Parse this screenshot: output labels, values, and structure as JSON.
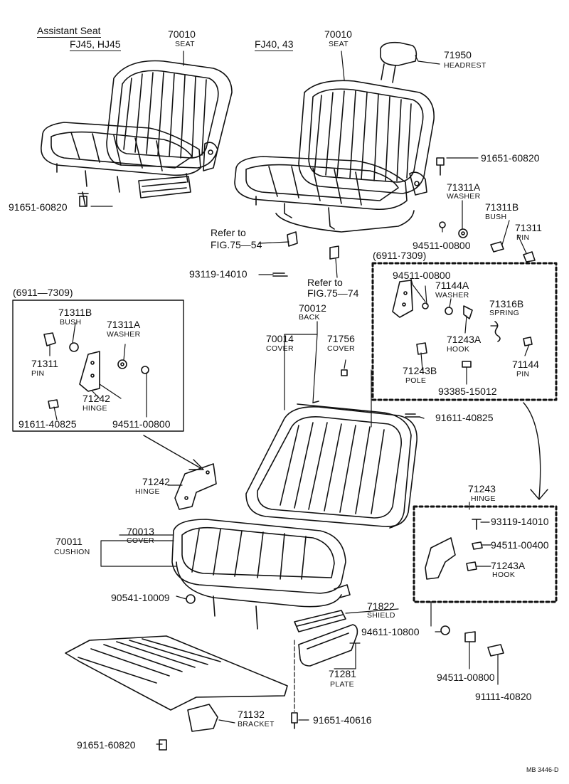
{
  "header": {
    "assistant_seat": "Assistant Seat",
    "models_left": "FJ45, HJ45",
    "models_right": "FJ40, 43"
  },
  "ranges": {
    "left_box": "(6911—7309)",
    "right_box": "(6911·7309)"
  },
  "refs": {
    "ref1_a": "Refer to",
    "ref1_b": "FIG.75—54",
    "ref2_a": "Refer to",
    "ref2_b": "FIG.75—74"
  },
  "parts": {
    "seat_l_no": "70010",
    "seat_l_nm": "SEAT",
    "seat_r_no": "70010",
    "seat_r_nm": "SEAT",
    "headrest_no": "71950",
    "headrest_nm": "HEADREST",
    "bolt_right": "91651-60820",
    "bolt_left": "91651-60820",
    "washer_r_no": "71311A",
    "washer_r_nm": "WASHER",
    "bush_r_no": "71311B",
    "bush_r_nm": "BUSH",
    "pin_r_no": "71311",
    "pin_r_nm": "PIN",
    "nut_r1": "94511-00800",
    "screw_mid": "93119-14010",
    "nut_r2": "94511-00800",
    "washer2_no": "71144A",
    "washer2_nm": "WASHER",
    "spring_no": "71316B",
    "spring_nm": "SPRING",
    "hook_r_no": "71243A",
    "hook_r_nm": "HOOK",
    "pole_no": "71243B",
    "pole_nm": "POLE",
    "pin2_no": "71144",
    "pin2_nm": "PIN",
    "screw_r": "93385-15012",
    "bolt_r2": "91611-40825",
    "back_no": "70012",
    "back_nm": "BACK",
    "cover_l_no": "70014",
    "cover_l_nm": "COVER",
    "cover_r_no": "71756",
    "cover_r_nm": "COVER",
    "bush_l_no": "71311B",
    "bush_l_nm": "BUSH",
    "washer_l_no": "71311A",
    "washer_l_nm": "WASHER",
    "pin_l_no": "71311",
    "pin_l_nm": "PIN",
    "hinge_l_no": "71242",
    "hinge_l_nm": "HINGE",
    "bolt_l": "91611-40825",
    "nut_l": "94511-00800",
    "hinge_mid_no": "71242",
    "hinge_mid_nm": "HINGE",
    "cushion_no": "70011",
    "cushion_nm": "CUSHION",
    "cover_c_no": "70013",
    "cover_c_nm": "COVER",
    "grommet": "90541-10009",
    "hinge_r_no": "71243",
    "hinge_r_nm": "HINGE",
    "screw_box": "93119-14010",
    "nut_box": "94511-00400",
    "hook_box_no": "71243A",
    "hook_box_nm": "HOOK",
    "shield_no": "71822",
    "shield_nm": "SHIELD",
    "nut_shield": "94611-10800",
    "plate_no": "71281",
    "plate_nm": "PLATE",
    "nut_bottom": "94511-00800",
    "bolt_bottom": "91111-40820",
    "bracket_no": "71132",
    "bracket_nm": "BRACKET",
    "bolt_plate": "91651-40616",
    "bolt_bracket": "91651-60820"
  },
  "footer_code": "MB 3446-D"
}
